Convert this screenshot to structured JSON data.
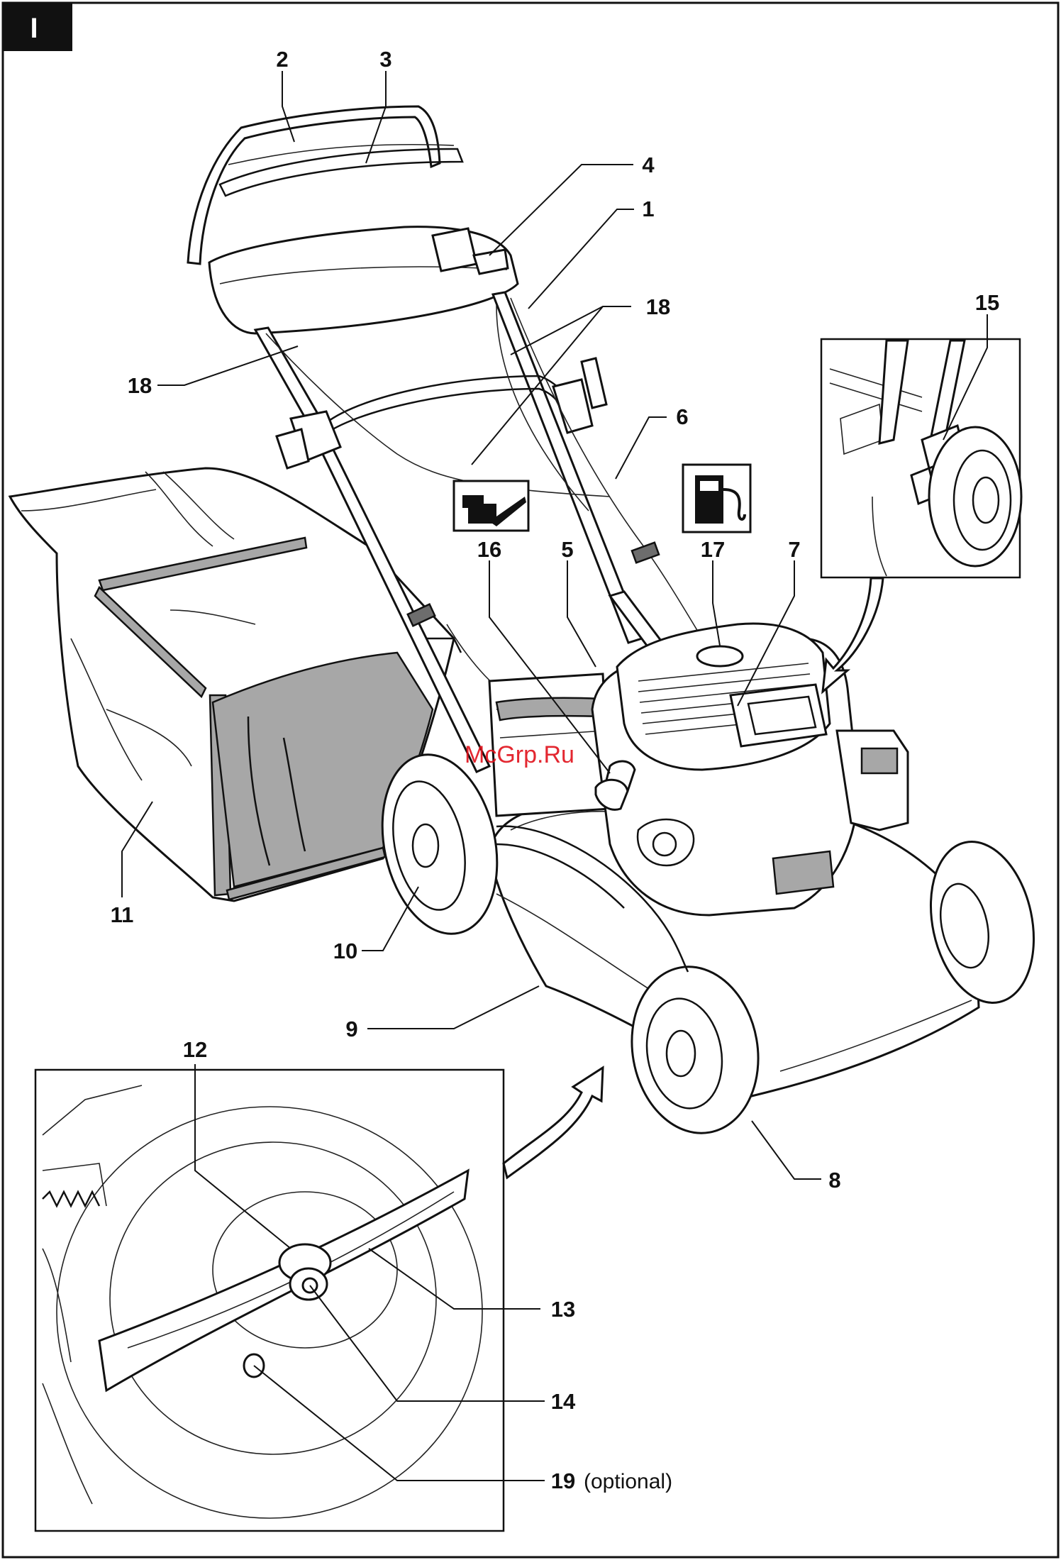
{
  "section_tab": "I",
  "watermark": "McGrp.Ru",
  "callouts": [
    {
      "id": "c1",
      "number": "1"
    },
    {
      "id": "c2",
      "number": "2"
    },
    {
      "id": "c3",
      "number": "3"
    },
    {
      "id": "c4",
      "number": "4"
    },
    {
      "id": "c5",
      "number": "5"
    },
    {
      "id": "c6",
      "number": "6"
    },
    {
      "id": "c7",
      "number": "7"
    },
    {
      "id": "c8",
      "number": "8"
    },
    {
      "id": "c9",
      "number": "9"
    },
    {
      "id": "c10",
      "number": "10"
    },
    {
      "id": "c11",
      "number": "11"
    },
    {
      "id": "c12",
      "number": "12"
    },
    {
      "id": "c13",
      "number": "13"
    },
    {
      "id": "c14",
      "number": "14"
    },
    {
      "id": "c15",
      "number": "15"
    },
    {
      "id": "c16",
      "number": "16"
    },
    {
      "id": "c17",
      "number": "17"
    },
    {
      "id": "c18a",
      "number": "18"
    },
    {
      "id": "c18b",
      "number": "18"
    },
    {
      "id": "c19",
      "number": "19",
      "note": "(optional)"
    }
  ],
  "icons": {
    "oil": "oil-can-icon",
    "fuel": "fuel-pump-icon"
  }
}
